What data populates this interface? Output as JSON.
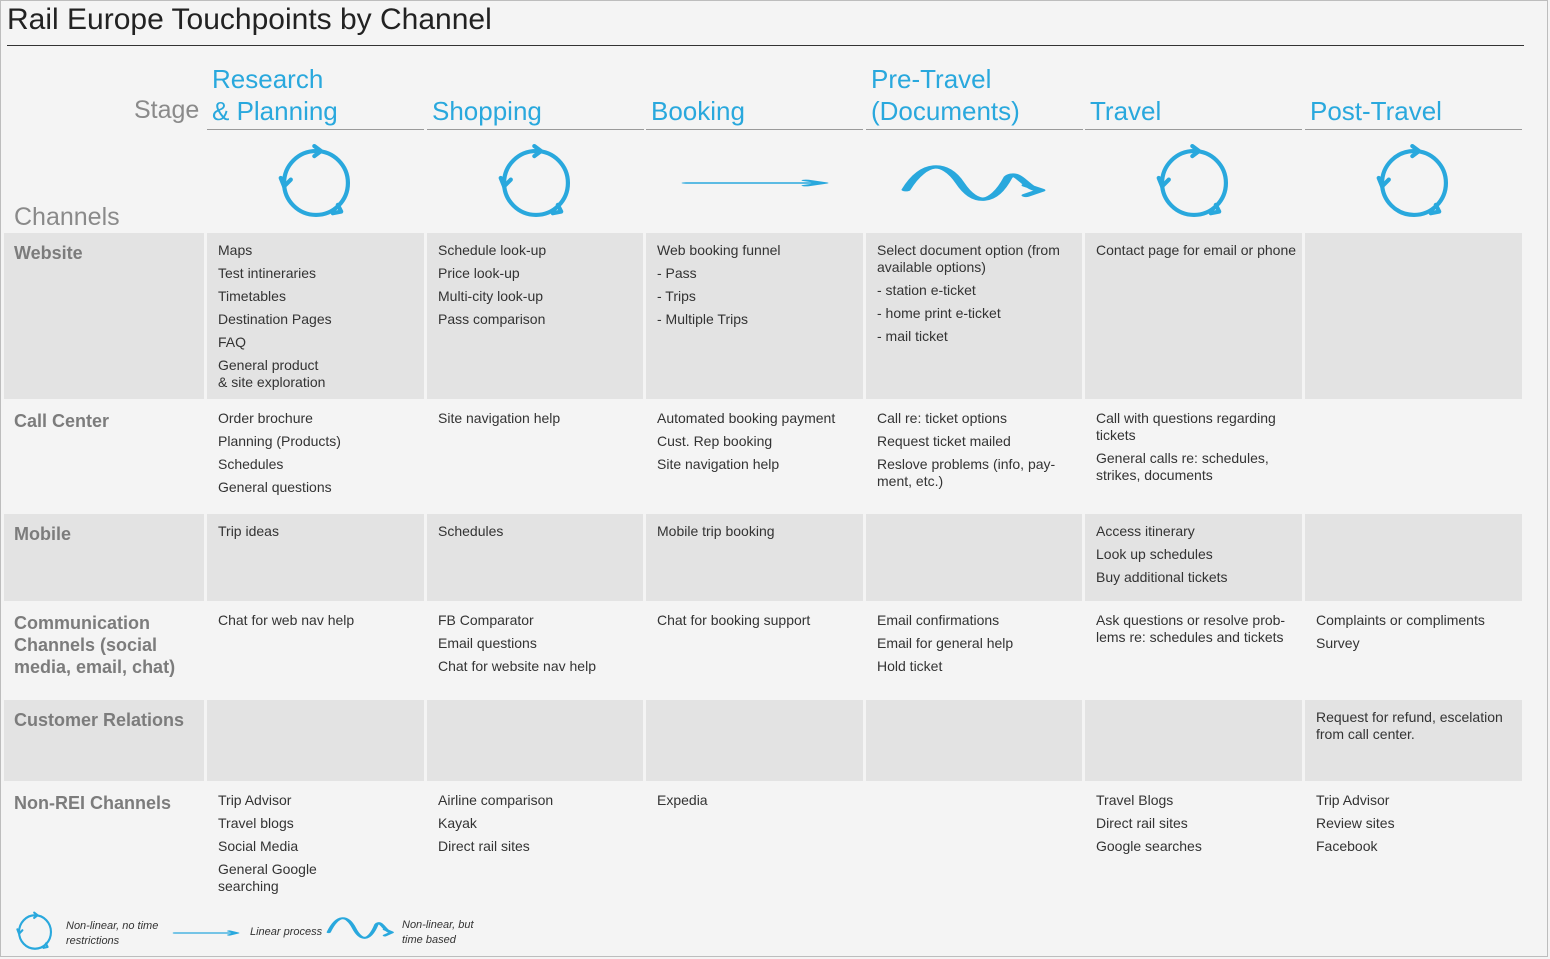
{
  "title": "Rail Europe Touchpoints by Channel",
  "stage_label": "Stage",
  "channels_label": "Channels",
  "colors": {
    "accent": "#29a8dd",
    "shaded_row": "#e3e3e3",
    "label_gray": "#7c7c7c"
  },
  "stages": [
    {
      "label": "Research\n& Planning",
      "icon": "cycle-icon"
    },
    {
      "label": "Shopping",
      "icon": "cycle-icon"
    },
    {
      "label": "Booking",
      "icon": "linear-arrow-icon"
    },
    {
      "label": "Pre-Travel\n(Documents)",
      "icon": "wave-arrow-icon"
    },
    {
      "label": "Travel",
      "icon": "cycle-icon"
    },
    {
      "label": "Post-Travel",
      "icon": "cycle-icon"
    }
  ],
  "rows": [
    {
      "label": "Website",
      "cells": [
        [
          "Maps",
          "Test intineraries",
          "Timetables",
          "Destination Pages",
          "FAQ",
          "General product\n& site exploration"
        ],
        [
          "Schedule look-up",
          "Price look-up",
          "Multi-city look-up",
          "Pass comparison"
        ],
        [
          "Web booking funnel",
          "- Pass",
          "- Trips",
          "- Multiple Trips"
        ],
        [
          "Select document option (from available options)",
          "- station e-ticket",
          "- home print e-ticket",
          "- mail ticket"
        ],
        [
          "Contact page for email or phone"
        ],
        []
      ]
    },
    {
      "label": "Call Center",
      "cells": [
        [
          "Order brochure",
          "Planning (Products)",
          "Schedules",
          "General questions"
        ],
        [
          "Site navigation help"
        ],
        [
          "Automated booking payment",
          "Cust. Rep booking",
          "Site navigation help"
        ],
        [
          "Call re: ticket options",
          "Request ticket mailed",
          "Reslove problems (info, pay-\nment, etc.)"
        ],
        [
          "Call with questions regarding tickets",
          "General calls re: schedules, strikes, documents"
        ],
        []
      ]
    },
    {
      "label": "Mobile",
      "cells": [
        [
          "Trip ideas"
        ],
        [
          "Schedules"
        ],
        [
          "Mobile trip booking"
        ],
        [],
        [
          "Access itinerary",
          "Look up schedules",
          "Buy additional tickets"
        ],
        []
      ]
    },
    {
      "label": "Communication\nChannels (social\nmedia, email, chat)",
      "cells": [
        [
          "Chat for web nav help"
        ],
        [
          "FB Comparator",
          "Email questions",
          "Chat for website nav help"
        ],
        [
          "Chat for booking support"
        ],
        [
          "Email confirmations",
          "Email for general help",
          "Hold ticket"
        ],
        [
          "Ask questions or resolve prob-\nlems re: schedules and tickets"
        ],
        [
          "Complaints or compliments",
          "Survey"
        ]
      ]
    },
    {
      "label": "Customer Relations",
      "cells": [
        [],
        [],
        [],
        [],
        [],
        [
          "Request for refund, escelation\nfrom call center."
        ]
      ]
    },
    {
      "label": "Non-REI Channels",
      "cells": [
        [
          "Trip Advisor",
          "Travel blogs",
          "Social Media",
          "General Google\nsearching"
        ],
        [
          "Airline comparison",
          "Kayak",
          "Direct rail sites"
        ],
        [
          "Expedia"
        ],
        [],
        [
          "Travel Blogs",
          "Direct rail sites",
          "Google searches"
        ],
        [
          "Trip Advisor",
          "Review sites",
          "Facebook"
        ]
      ]
    }
  ],
  "legend": [
    {
      "icon": "cycle-icon",
      "text": "Non-linear, no time\nrestrictions"
    },
    {
      "icon": "linear-arrow-icon",
      "text": "Linear process"
    },
    {
      "icon": "wave-arrow-icon",
      "text": "Non-linear, but\ntime based"
    }
  ]
}
